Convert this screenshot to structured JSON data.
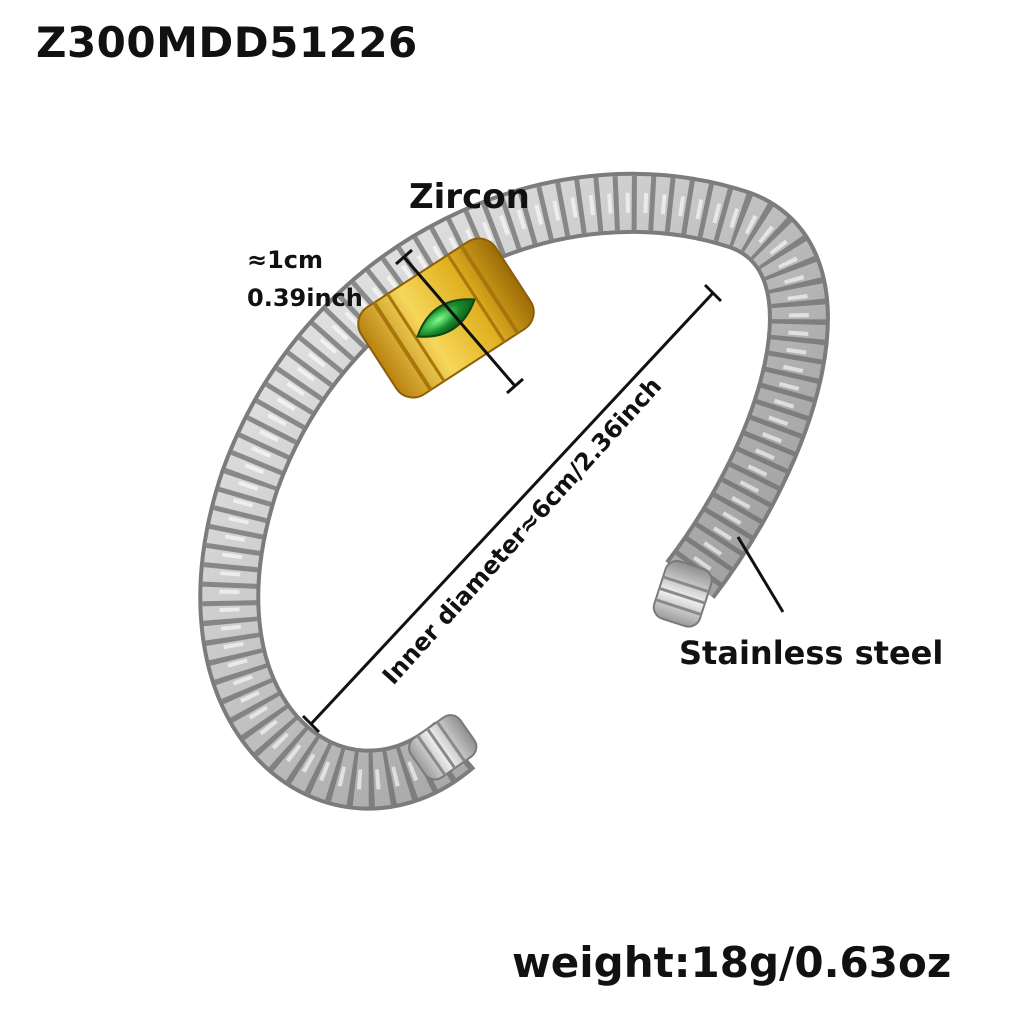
{
  "product": {
    "code": "Z300MDD51226",
    "weight": "weight:18g/0.63oz"
  },
  "annotations": {
    "gem_material": "Zircon",
    "gem_size_cm": "≈1cm",
    "gem_size_inch": "0.39inch",
    "inner_diameter": "Inner diameter≈6cm/2.36inch",
    "band_material": "Stainless steel"
  },
  "colors": {
    "gold": "#e0b020",
    "silver": "#c8c8c8",
    "emerald": "#1a8a2a"
  }
}
